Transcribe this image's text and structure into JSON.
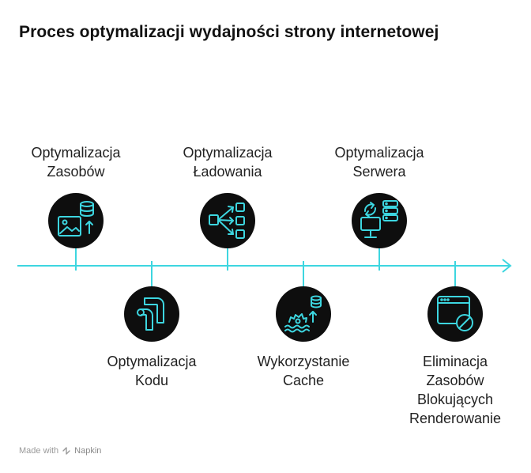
{
  "title": "Proces optymalizacji wydajności strony internetowej",
  "steps": [
    {
      "lines": [
        "Optymalizacja",
        "Zasobów"
      ],
      "icon": "image-database-icon"
    },
    {
      "lines": [
        "Optymalizacja",
        "Kodu"
      ],
      "icon": "code-path-icon"
    },
    {
      "lines": [
        "Optymalizacja",
        "Ładowania"
      ],
      "icon": "loading-flow-icon"
    },
    {
      "lines": [
        "Wykorzystanie",
        "Cache"
      ],
      "icon": "cache-database-icon"
    },
    {
      "lines": [
        "Optymalizacja",
        "Serwera"
      ],
      "icon": "server-sync-icon"
    },
    {
      "lines": [
        "Eliminacja",
        "Zasobów",
        "Blokujących",
        "Renderowanie"
      ],
      "icon": "blocked-window-icon"
    }
  ],
  "footer": {
    "made_with": "Made with",
    "brand": "Napkin"
  },
  "colors": {
    "accent": "#3dd6e0",
    "node": "#0e0e0e"
  }
}
